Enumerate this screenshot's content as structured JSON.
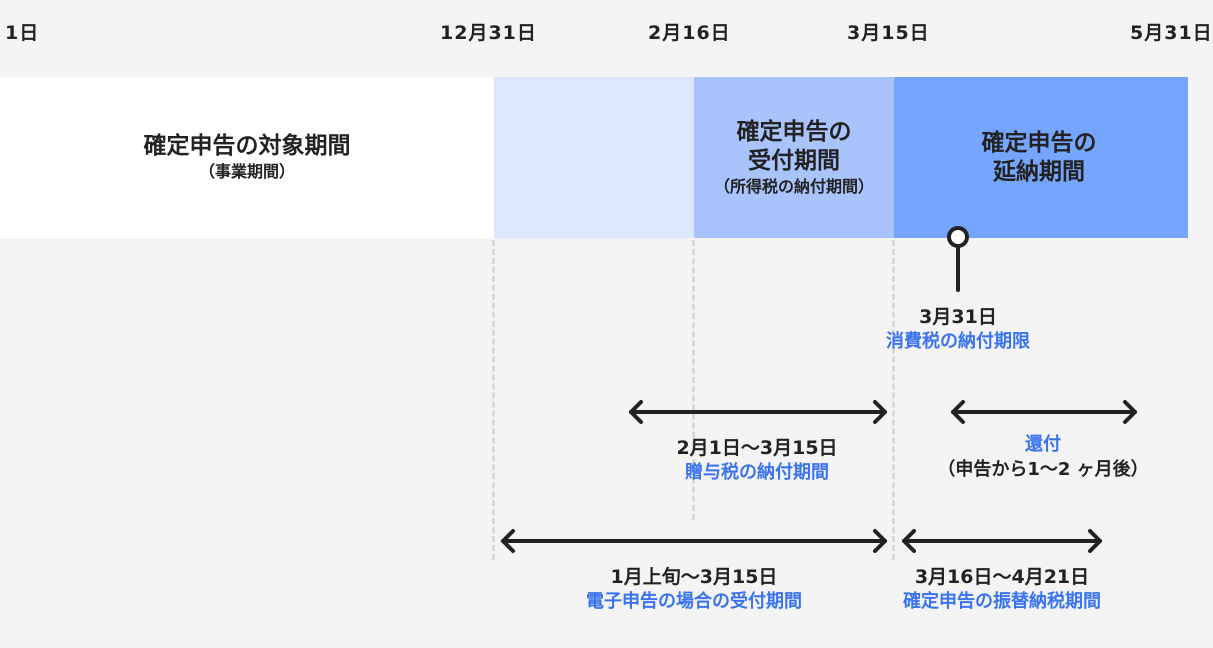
{
  "dates": {
    "d1": "1日",
    "d2": "12月31日",
    "d3": "2月16日",
    "d4": "3月15日",
    "d5": "5月31日"
  },
  "bands": {
    "target": {
      "title": "確定申告の対象期間",
      "sub": "（事業期間）"
    },
    "accept": {
      "title1": "確定申告の",
      "title2": "受付期間",
      "sub": "（所得税の納付期間）"
    },
    "extend": {
      "title1": "確定申告の",
      "title2": "延納期間"
    }
  },
  "marker": {
    "date": "3月31日",
    "label": "消費税の納付期限"
  },
  "spans": {
    "gift": {
      "range": "2月1日〜3月15日",
      "label": "贈与税の納付期間"
    },
    "refund": {
      "label": "還付",
      "sub": "（申告から1〜2 ヶ月後）"
    },
    "efile": {
      "range": "1月上旬〜3月15日",
      "label": "電子申告の場合の受付期間"
    },
    "transfer": {
      "range": "3月16日〜4月21日",
      "label": "確定申告の振替納税期間"
    }
  },
  "colors": {
    "band_white": "#ffffff",
    "band_pale": "#dce6fd",
    "band_mid": "#a9c4fd",
    "band_strong": "#75a5fd",
    "accent_text": "#3a73f0",
    "arrow": "#222222"
  }
}
